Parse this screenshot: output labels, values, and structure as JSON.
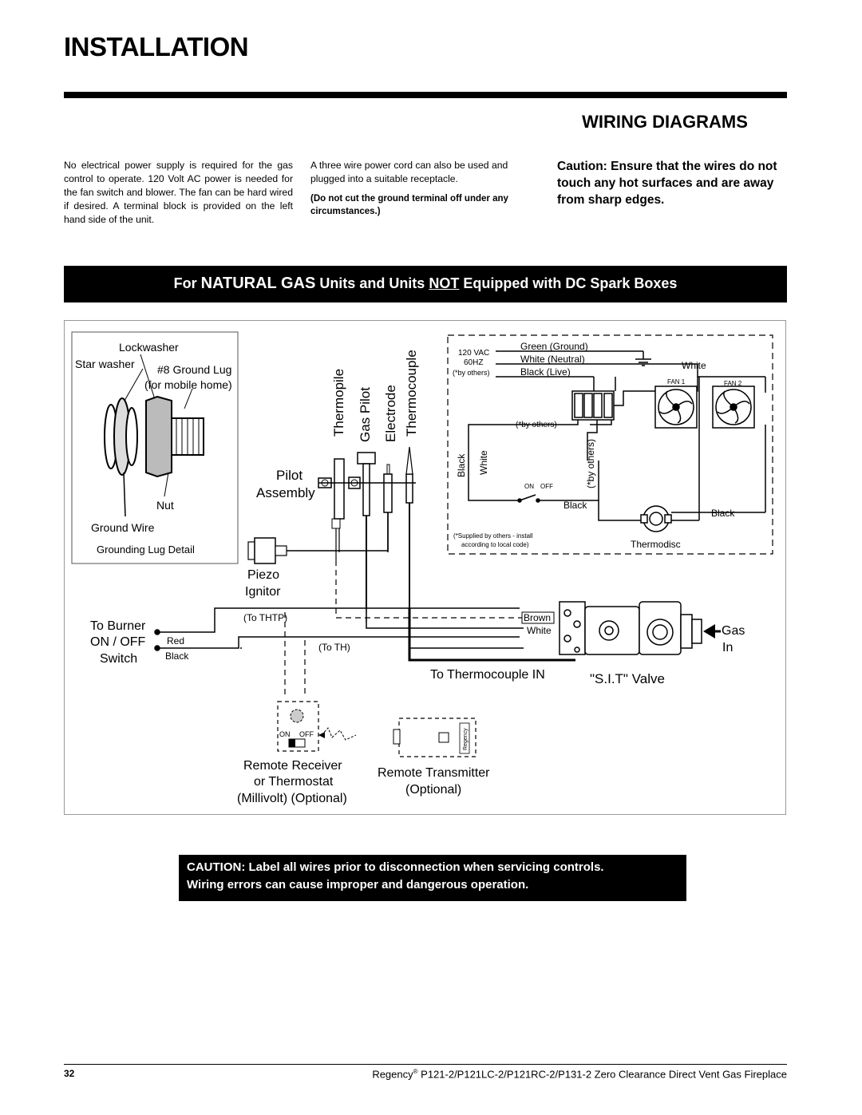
{
  "header": {
    "title": "INSTALLATION",
    "section_title": "WIRING DIAGRAMS"
  },
  "intro": {
    "col1": "No electrical power supply is required for the gas control to operate. 120 Volt AC power is needed for the fan switch and blower. The fan can be hard wired if desired. A terminal block is provided on the left hand side of the unit.",
    "col2": "A three wire power cord can also be used and plugged into a suitable receptacle.",
    "col2_bold": "(Do not cut the ground terminal off under any circumstances.)",
    "col3": "Caution: Ensure that the wires do not touch any hot surfaces and are away from sharp edges."
  },
  "banner": {
    "part1": "For ",
    "part2": "NATURAL GAS",
    "part3": " Units and Units ",
    "part4": "NOT",
    "part5": " Equipped with DC Spark Boxes"
  },
  "diagram": {
    "lug_detail": {
      "lockwasher": "Lockwasher",
      "star_washer": "Star washer",
      "ground_lug": "#8 Ground Lug",
      "mobile_home": "(for mobile home)",
      "nut": "Nut",
      "ground_wire": "Ground Wire",
      "caption": "Grounding Lug Detail"
    },
    "pilot_parts": {
      "thermopile": "Thermopile",
      "gas_pilot": "Gas Pilot",
      "electrode": "Electrode",
      "thermocouple": "Thermocouple",
      "pilot": "Pilot",
      "assembly": "Assembly"
    },
    "ignitor": {
      "line1": "Piezo",
      "line2": "Ignitor"
    },
    "burner_switch": {
      "line1": "To Burner",
      "line2": "ON / OFF",
      "line3": "Switch",
      "red": "Red",
      "black": "Black"
    },
    "to_thtp": "(To THTP)",
    "to_th": "(To TH)",
    "brown": "Brown",
    "white": "White",
    "to_thermocouple_in": "To Thermocouple IN",
    "valve": "\"S.I.T\" Valve",
    "gas": "Gas",
    "gas_in": "In",
    "power": {
      "vac": "120 VAC",
      "hz": "60HZ",
      "by_others": "(*by others)",
      "green": "Green (Ground)",
      "white_neutral": "White (Neutral)",
      "black_live": "Black (Live)",
      "white": "White",
      "fan1": "FAN 1",
      "fan2": "FAN 2",
      "by_others2": "(*by others)",
      "black_v": "Black",
      "white_v": "White",
      "by_others_v": "(*by others)",
      "on": "ON",
      "off": "OFF",
      "black1": "Black",
      "black2": "Black",
      "supplied1": "(*Supplied by others  - install",
      "supplied2": "according to local code)",
      "thermodisc": "Thermodisc"
    },
    "remote": {
      "on": "ON",
      "off": "OFF",
      "regency": "Regency",
      "receiver1": "Remote Receiver",
      "receiver2": "or Thermostat",
      "receiver3": "(Millivolt) (Optional)",
      "transmitter1": "Remote Transmitter",
      "transmitter2": "(Optional)"
    }
  },
  "caution": {
    "line1": "CAUTION:   Label all wires prior to disconnection when servicing controls.",
    "line2": "Wiring errors can cause improper and dangerous operation."
  },
  "footer": {
    "page": "32",
    "brand": "Regency",
    "reg": "®",
    "text": " P121-2/P121LC-2/P121RC-2/P131-2 Zero Clearance Direct Vent Gas Fireplace"
  }
}
